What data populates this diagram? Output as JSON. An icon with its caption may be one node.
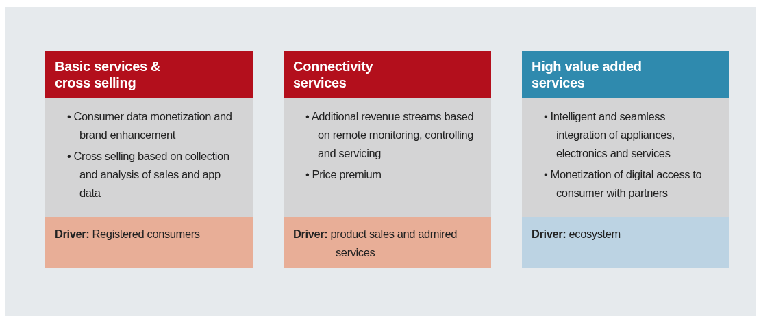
{
  "diagram": {
    "nodes": [
      {
        "text": [
          "Basic services & cross selling"
        ]
      },
      {
        "text": [
          "• Consumer data monetization and brand enhancement",
          "• Cross selling based on collection and analysis of sales and app data"
        ]
      },
      {
        "text": [
          "**Driver:** Registered consumers"
        ]
      },
      {
        "text": [
          "Connectivity services"
        ]
      },
      {
        "text": [
          "• Additional revenue streams based on remote monitoring, controlling and servicing",
          "• Price premium"
        ]
      },
      {
        "text": [
          "**Driver:** product sales and admired services"
        ]
      },
      {
        "text": [
          "High value added services"
        ]
      },
      {
        "text": [
          "• Intelligent and seamless integration of appliances, electronics and services",
          "• Monetization of digital access to consumer with partners"
        ]
      },
      {
        "text": [
          "**Driver:** ecosystem"
        ]
      }
    ]
  }
}
